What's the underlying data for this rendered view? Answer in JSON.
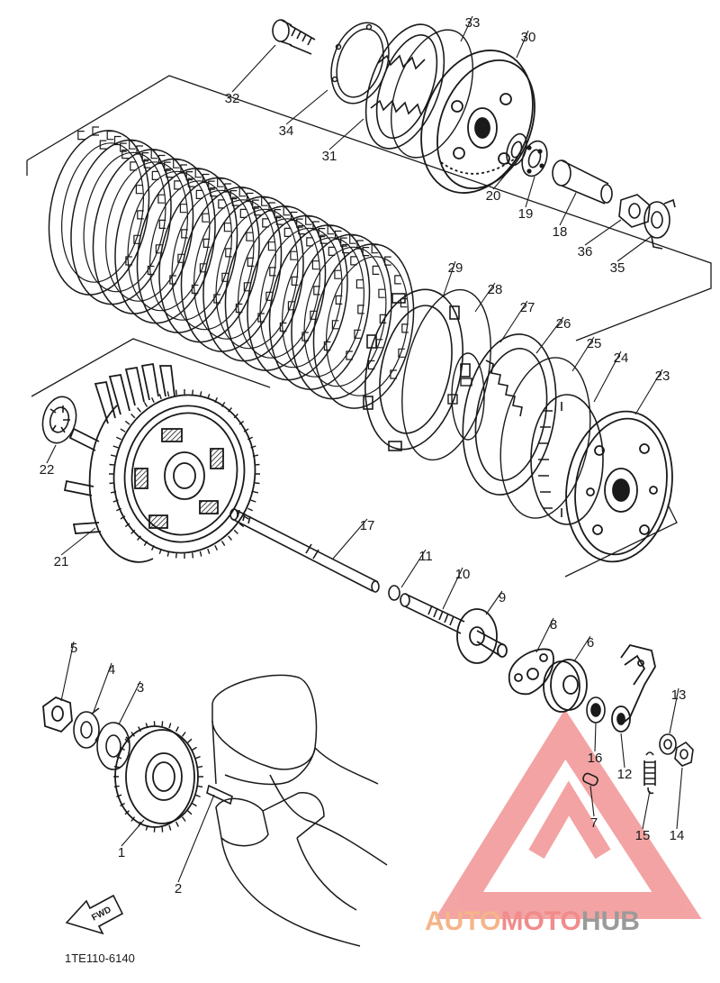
{
  "diagram": {
    "code": "1TE110-6140",
    "fwd_label": "FWD",
    "callouts": [
      "1",
      "2",
      "3",
      "4",
      "5",
      "6",
      "7",
      "8",
      "9",
      "10",
      "11",
      "12",
      "13",
      "14",
      "15",
      "16",
      "17",
      "18",
      "19",
      "20",
      "21",
      "22",
      "23",
      "24",
      "25",
      "26",
      "27",
      "28",
      "29",
      "30",
      "31",
      "32",
      "33",
      "34",
      "35",
      "36"
    ]
  },
  "watermark": {
    "part1": "AUTO",
    "part2": "MOTO",
    "part3": "HUB",
    "color1": "#f5b48a",
    "color2": "#f28b8b",
    "color3": "#9a9a9a"
  },
  "colors": {
    "ink": "#1a1a1a",
    "background": "#ffffff",
    "logo_triangle": "#f08a8a"
  }
}
